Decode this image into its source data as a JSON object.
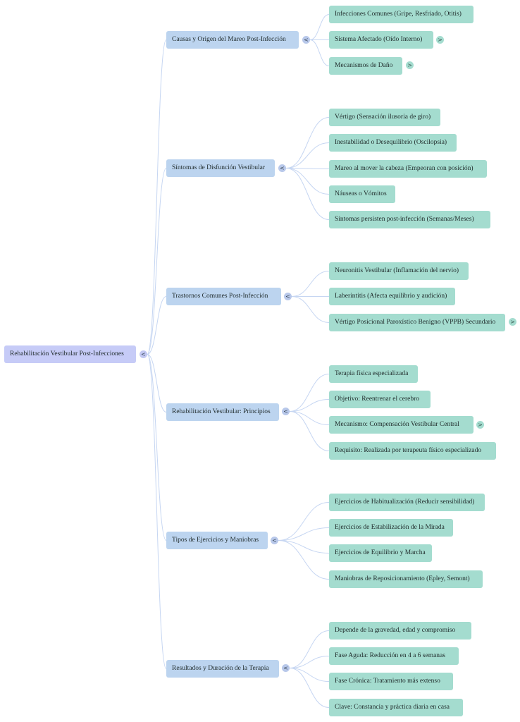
{
  "colors": {
    "root": "#c6cbf7",
    "branch": "#bcd4ef",
    "leaf": "#a4dccf",
    "link": "#c6d6f2"
  },
  "icons": {
    "collapse": "<",
    "expand": ">"
  },
  "root": {
    "label": "Rehabilitación Vestibular Post-Infecciones",
    "collapsed": false
  },
  "branches": [
    {
      "label": "Causas y Origen del Mareo Post-Infección",
      "children": [
        {
          "label": "Infecciones Comunes (Gripe, Resfriado, Otitis)",
          "has_children": false
        },
        {
          "label": "Sistema Afectado (Oído Interno)",
          "has_children": true
        },
        {
          "label": "Mecanismos de Daño",
          "has_children": true
        }
      ]
    },
    {
      "label": "Síntomas de Disfunción Vestibular",
      "children": [
        {
          "label": "Vértigo (Sensación ilusoria de giro)",
          "has_children": false
        },
        {
          "label": "Inestabilidad o Desequilibrio (Oscilopsia)",
          "has_children": false
        },
        {
          "label": "Mareo al mover la cabeza (Empeoran con posición)",
          "has_children": false
        },
        {
          "label": "Náuseas o Vómitos",
          "has_children": false
        },
        {
          "label": "Síntomas persisten post-infección (Semanas/Meses)",
          "has_children": false
        }
      ]
    },
    {
      "label": "Trastornos Comunes Post-Infección",
      "children": [
        {
          "label": "Neuronitis Vestibular (Inflamación del nervio)",
          "has_children": false
        },
        {
          "label": "Laberintitis (Afecta equilibrio y audición)",
          "has_children": false
        },
        {
          "label": "Vértigo Posicional Paroxístico Benigno (VPPB) Secundario",
          "has_children": true
        }
      ]
    },
    {
      "label": "Rehabilitación Vestibular: Principios",
      "children": [
        {
          "label": "Terapia física especializada",
          "has_children": false
        },
        {
          "label": "Objetivo: Reentrenar el cerebro",
          "has_children": false
        },
        {
          "label": "Mecanismo: Compensación Vestibular Central",
          "has_children": true
        },
        {
          "label": "Requisito: Realizada por terapeuta físico especializado",
          "has_children": false
        }
      ]
    },
    {
      "label": "Tipos de Ejercicios y Maniobras",
      "children": [
        {
          "label": "Ejercicios de Habitualización (Reducir sensibilidad)",
          "has_children": false
        },
        {
          "label": "Ejercicios de Estabilización de la Mirada",
          "has_children": false
        },
        {
          "label": "Ejercicios de Equilibrio y Marcha",
          "has_children": false
        },
        {
          "label": "Maniobras de Reposicionamiento (Epley, Semont)",
          "has_children": false
        }
      ]
    },
    {
      "label": "Resultados y Duración de la Terapia",
      "children": [
        {
          "label": "Depende de la gravedad, edad y compromiso",
          "has_children": false
        },
        {
          "label": "Fase Aguda: Reducción en 4 a 6 semanas",
          "has_children": false
        },
        {
          "label": "Fase Crónica: Tratamiento más extenso",
          "has_children": false
        },
        {
          "label": "Clave: Constancia y práctica diaria en casa",
          "has_children": false
        }
      ]
    }
  ]
}
